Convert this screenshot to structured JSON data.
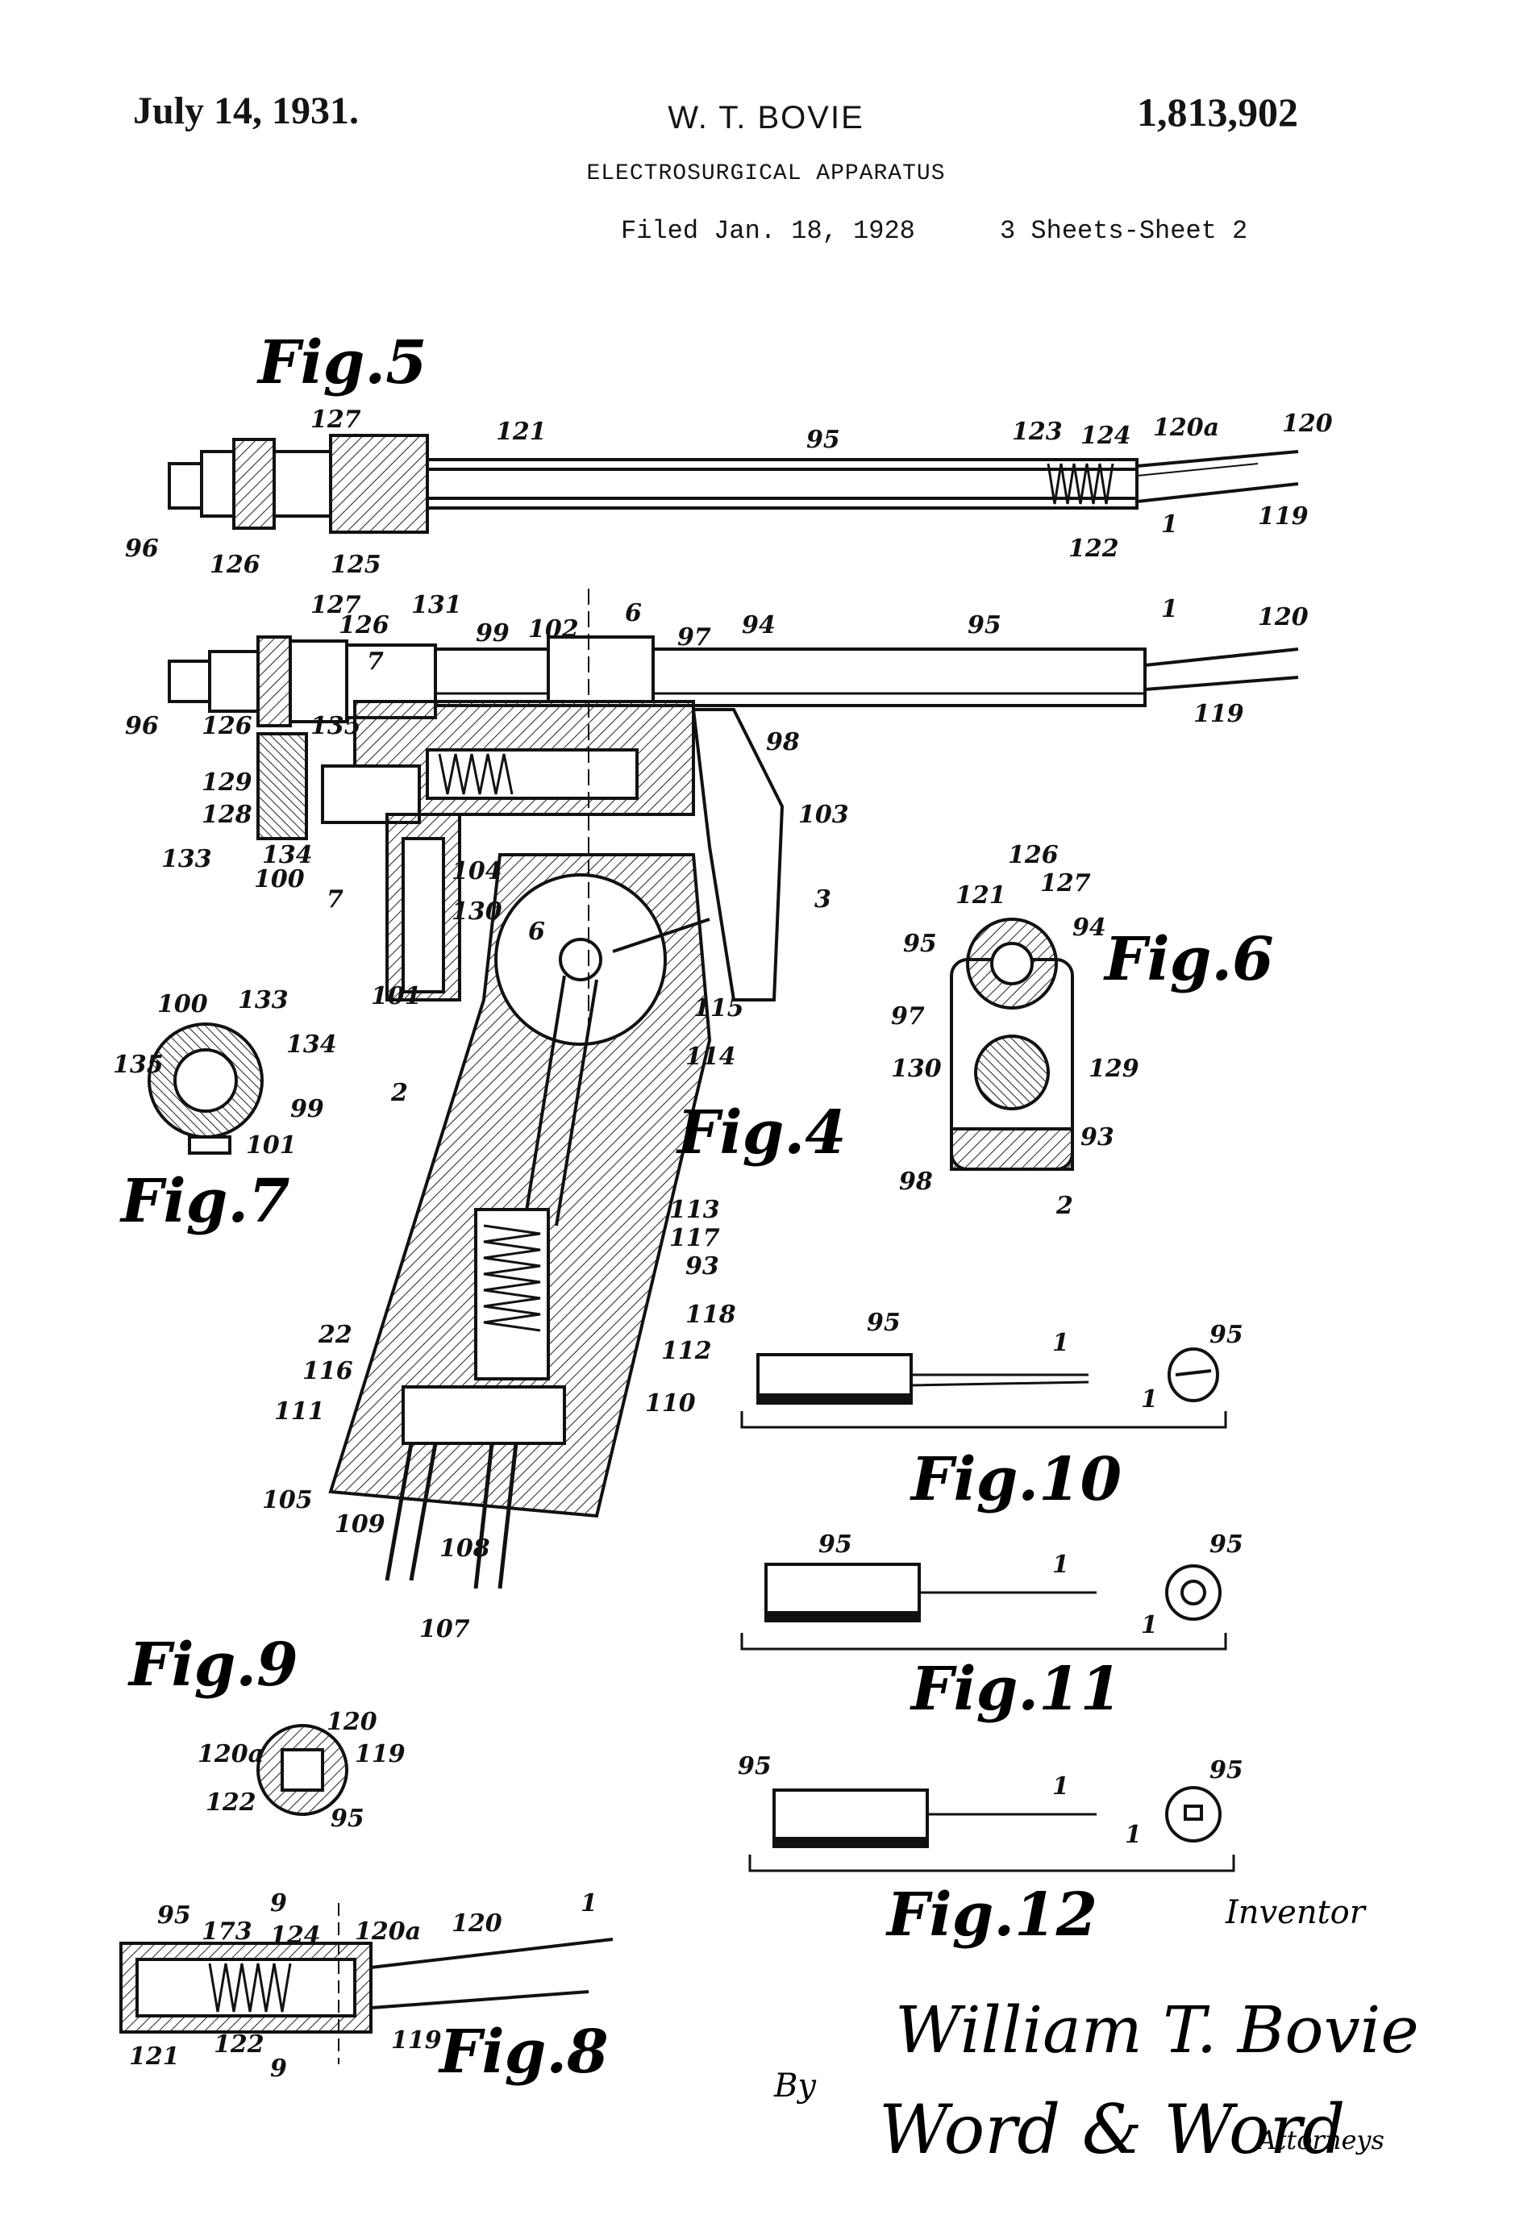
{
  "header": {
    "date": "July 14, 1931.",
    "inventor_name": "W. T. BOVIE",
    "patent_number": "1,813,902",
    "title": "ELECTROSURGICAL APPARATUS",
    "filed": "Filed Jan. 18, 1928",
    "sheets": "3 Sheets-Sheet 2"
  },
  "figures": {
    "fig4": "Fig.4",
    "fig5": "Fig.5",
    "fig6": "Fig.6",
    "fig7": "Fig.7",
    "fig8": "Fig.8",
    "fig9": "Fig.9",
    "fig10": "Fig.10",
    "fig11": "Fig.11",
    "fig12": "Fig.12"
  },
  "refs": {
    "fig5": [
      "127",
      "121",
      "95",
      "123",
      "124",
      "120a",
      "120",
      "96",
      "126",
      "125",
      "122",
      "1",
      "119"
    ],
    "fig4": [
      "127",
      "131",
      "126",
      "99",
      "102",
      "6",
      "97",
      "94",
      "95",
      "1",
      "120",
      "96",
      "126",
      "135",
      "7",
      "119",
      "129",
      "128",
      "133",
      "134",
      "100",
      "98",
      "103",
      "7",
      "104",
      "130",
      "101",
      "3",
      "6",
      "115",
      "114",
      "2",
      "113",
      "117",
      "93",
      "118",
      "22",
      "112",
      "116",
      "111",
      "110",
      "105",
      "109",
      "108",
      "107"
    ],
    "fig6": [
      "126",
      "121",
      "127",
      "95",
      "94",
      "97",
      "130",
      "129",
      "98",
      "93",
      "2"
    ],
    "fig7": [
      "100",
      "133",
      "135",
      "134",
      "99",
      "101"
    ],
    "fig8": [
      "95",
      "9",
      "173",
      "124",
      "120a",
      "120",
      "1",
      "121",
      "122",
      "119",
      "9"
    ],
    "fig9": [
      "120",
      "120a",
      "119",
      "122",
      "95"
    ],
    "fig10": [
      "95",
      "1",
      "95",
      "1"
    ],
    "fig11": [
      "95",
      "1",
      "95",
      "1"
    ],
    "fig12": [
      "95",
      "1",
      "95",
      "1"
    ]
  },
  "signature": {
    "inventor_label": "Inventor",
    "inventor_signature": "William T. Bovie",
    "by": "By",
    "attorney_signature": "Word & Word",
    "attorneys_label": "Attorneys"
  }
}
